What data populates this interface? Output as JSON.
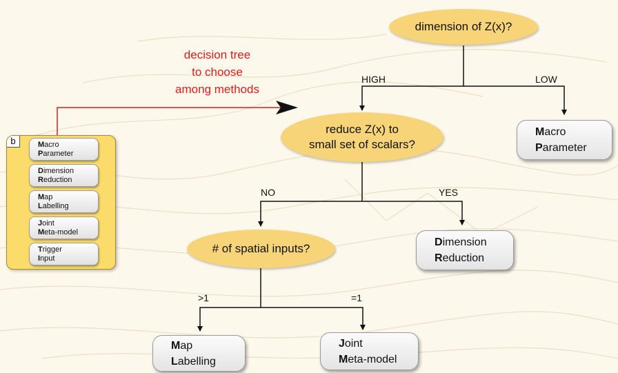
{
  "note": {
    "line1": "decision tree",
    "line2": "to choose",
    "line3": "among methods"
  },
  "q1": {
    "text": "dimension of Z(x)?"
  },
  "q2": {
    "line1": "reduce Z(x) to",
    "line2": "small set of scalars?"
  },
  "q3": {
    "text": "# of spatial inputs?"
  },
  "edges": {
    "high": "HIGH",
    "low": "LOW",
    "no": "NO",
    "yes": "YES",
    "gt1": ">1",
    "eq1": "=1"
  },
  "results": {
    "macro": {
      "l1b": "M",
      "l1": "acro",
      "l2b": "P",
      "l2": "arameter"
    },
    "dimension": {
      "l1b": "D",
      "l1": "imension",
      "l2b": "R",
      "l2": "eduction"
    },
    "map": {
      "l1b": "M",
      "l1": "ap",
      "l2b": "L",
      "l2": "abelling"
    },
    "joint": {
      "l1b": "J",
      "l1": "oint",
      "l2b": "M",
      "l2": "eta-model"
    }
  },
  "panel": {
    "tag": "b",
    "items": [
      {
        "l1b": "M",
        "l1": "acro",
        "l2b": "P",
        "l2": "arameter"
      },
      {
        "l1b": "D",
        "l1": "imension",
        "l2b": "R",
        "l2": "eduction"
      },
      {
        "l1b": "M",
        "l1": "ap",
        "l2b": "L",
        "l2": "abelling"
      },
      {
        "l1b": "J",
        "l1": "oint",
        "l2b": "M",
        "l2": "eta-model"
      },
      {
        "l1b": "T",
        "l1": "rigger",
        "l2b": "I",
        "l2": "nput"
      }
    ]
  },
  "colors": {
    "node_fill": "#f8d478",
    "arrow_red": "#e21a1a",
    "panel_fill": "#fbdb6a",
    "background": "#fdf8ec"
  }
}
